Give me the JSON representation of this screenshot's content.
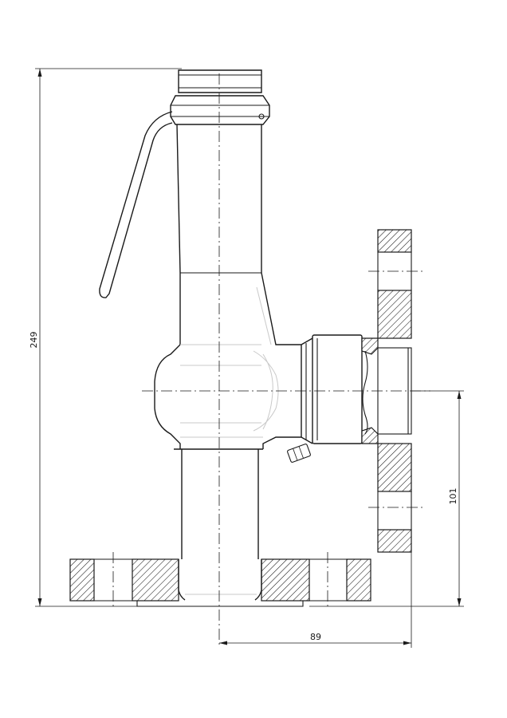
{
  "dimensions": {
    "overall_height": "249",
    "outlet_height": "101",
    "outlet_offset": "89"
  }
}
